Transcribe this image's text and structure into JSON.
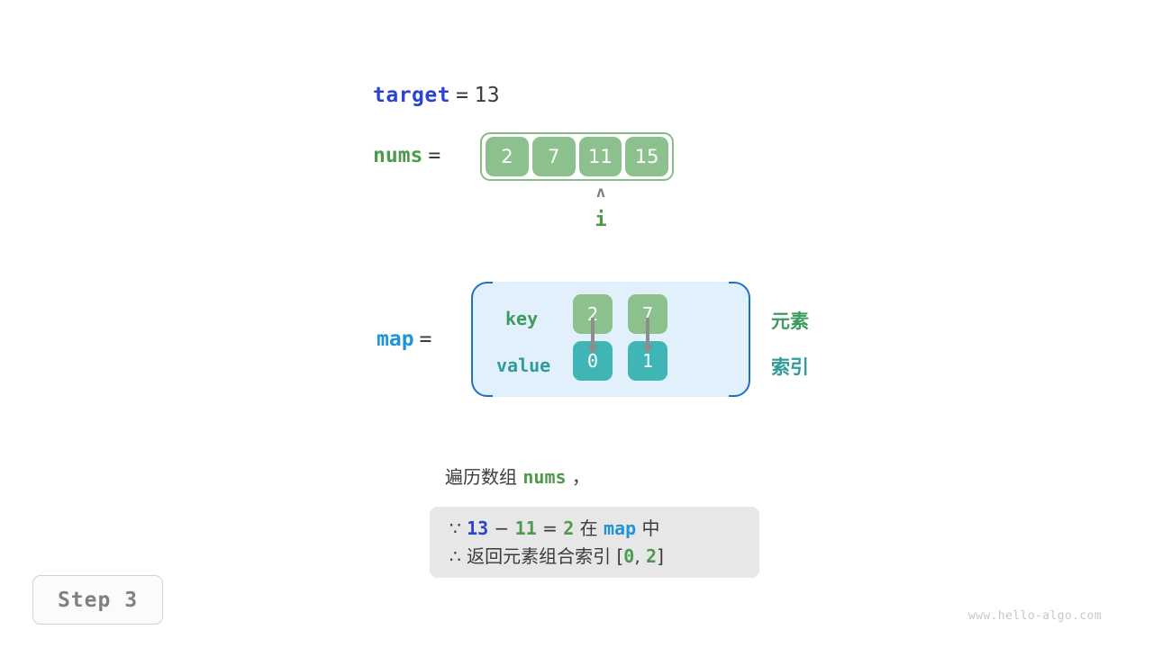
{
  "diagram": {
    "title": "Two Sum hash map walkthrough",
    "colors": {
      "var_blue": "#2a43d0",
      "var_green": "#4c9b4c",
      "var_light_blue": "#1f95d8",
      "array_cell": "#8cc08c",
      "map_key_cell": "#8cc08c",
      "map_value_cell": "#3fb5b5",
      "map_box_fill": "#e2f0fb",
      "map_box_border": "#1f72c0",
      "note_box_fill": "#e7e7e7",
      "text_dark": "#3b3b3b",
      "pointer_gray": "#7d7d7d"
    }
  },
  "target": {
    "name": "target",
    "equals": "=",
    "value": "13"
  },
  "nums": {
    "name": "nums",
    "equals": "=",
    "values": [
      "2",
      "7",
      "11",
      "15"
    ]
  },
  "pointer": {
    "caret": "ʌ",
    "label": "i",
    "index": 2
  },
  "map": {
    "name": "map",
    "equals": "=",
    "row_labels": {
      "key": "key",
      "value": "value"
    },
    "entries": [
      {
        "key": "2",
        "value": "0"
      },
      {
        "key": "7",
        "value": "1"
      }
    ],
    "side_notes": {
      "key_note": "元素",
      "value_note": "索引"
    }
  },
  "caption": {
    "line": {
      "prefix": "遍历数组",
      "code": "nums",
      "suffix": "，"
    }
  },
  "note": {
    "row1": {
      "symbol": "∵",
      "a": "13",
      "minus": "−",
      "b": "11",
      "eq": "=",
      "c": "2",
      "mid": "在",
      "map": "map",
      "end": "中"
    },
    "row2": {
      "symbol": "∴",
      "text": "返回元素组合索引",
      "bracket_open": "[",
      "i0": "0",
      "comma": ",",
      "i1": "2",
      "bracket_close": "]"
    }
  },
  "step_badge": {
    "label": "Step 3"
  },
  "watermark": {
    "text": "www.hello-algo.com"
  }
}
